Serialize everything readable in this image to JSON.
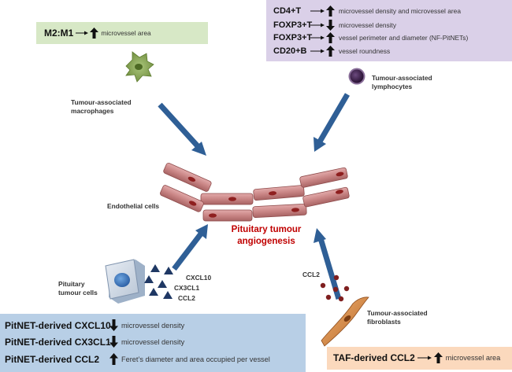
{
  "macrophage_box": {
    "color": "#d7e8c6",
    "lead": "M2:M1",
    "effect": "microvessel area",
    "direction": "up"
  },
  "lymphocyte_box": {
    "color": "#dad0e8",
    "rows": [
      {
        "lead": "CD4+T",
        "direction": "up",
        "effect": "microvessel density and microvessel area"
      },
      {
        "lead": "FOXP3+T",
        "direction": "down",
        "effect": "microvessel density"
      },
      {
        "lead": "FOXP3+T",
        "direction": "up",
        "effect": "vessel perimeter and diameter (NF-PitNETs)"
      },
      {
        "lead": "CD20+B",
        "direction": "up",
        "effect": "vessel roundness"
      }
    ]
  },
  "pitnet_box": {
    "color": "#b8cfe6",
    "rows": [
      {
        "lead": "PitNET-derived CXCL10",
        "direction": "down",
        "effect": "microvessel density"
      },
      {
        "lead": "PitNET-derived CX3CL1",
        "direction": "down",
        "effect": "microvessel density"
      },
      {
        "lead": "PitNET-derived CCL2",
        "direction": "up",
        "effect": "Feret’s diameter and area occupied per vessel"
      }
    ]
  },
  "taf_box": {
    "color": "#fbd9bd",
    "lead": "TAF-derived CCL2",
    "direction": "up",
    "effect": "microvessel area"
  },
  "labels": {
    "macrophages": "Tumour-associated\nmacrophages",
    "lymphocytes": "Tumour-associated\nlymphocytes",
    "endothelial": "Endothelial cells",
    "pituitary_cells": "Pituitary\ntumour cells",
    "fibroblasts": "Tumour-associated\nfibroblasts",
    "central": "Pituitary tumour\nangiogenesis"
  },
  "chemokines": {
    "cxcl10": "CXCL10",
    "cx3cl1": "CX3CL1",
    "ccl2_left": "CCL2",
    "ccl2_right": "CCL2"
  },
  "colors": {
    "flow_arrow": "#3d6ea6",
    "vessel": "#c98585",
    "vessel_nucleus": "#8e1f1f",
    "macrophage": "#8fae5a",
    "lymphocyte": "#40224e",
    "tumour_cell": "#7894b8",
    "fibroblast": "#d58a3c",
    "chemokine_triangle": "#1f3864",
    "ccl2_dot": "#7f1f1f",
    "central_text": "#c00000"
  }
}
